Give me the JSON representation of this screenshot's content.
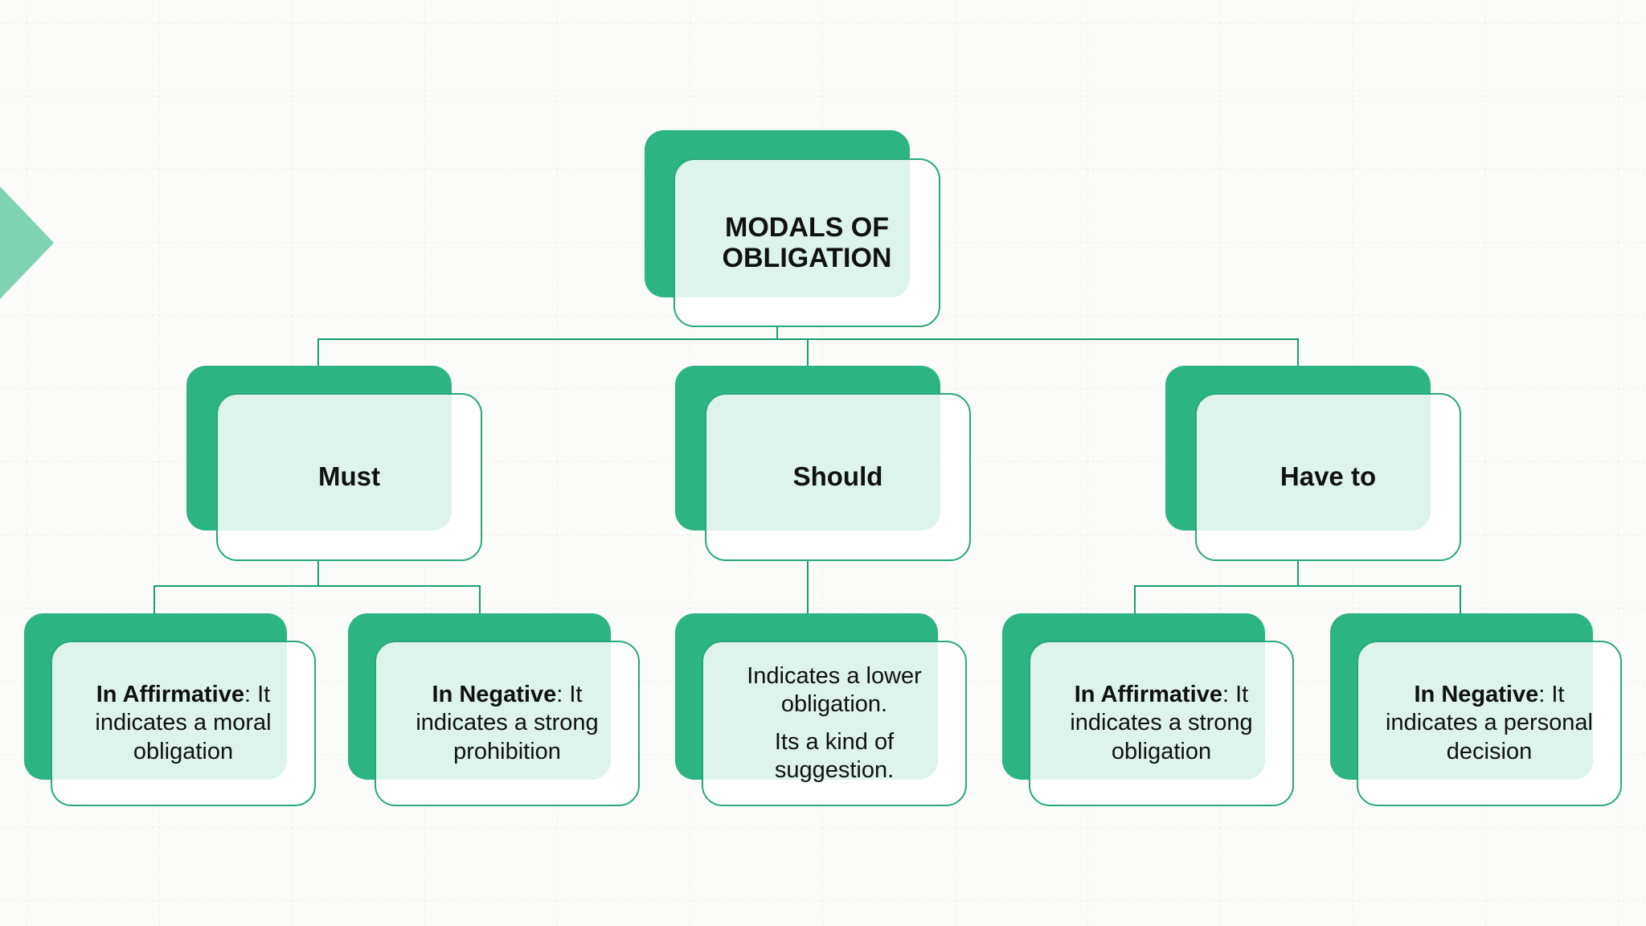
{
  "diagram": {
    "root": {
      "label": "MODALS OF OBLIGATION"
    },
    "branches": [
      {
        "label": "Must",
        "children": [
          {
            "lead": "In Affirmative",
            "rest": ": It indicates a moral obligation"
          },
          {
            "lead": "In Negative",
            "rest": ": It indicates a strong prohibition"
          }
        ]
      },
      {
        "label": "Should",
        "children": [
          {
            "lines": [
              "Indicates a lower obligation.",
              "Its a kind of suggestion."
            ]
          }
        ]
      },
      {
        "label": "Have to",
        "children": [
          {
            "lead": "In Affirmative",
            "rest": ": It indicates a strong obligation"
          },
          {
            "lead": "In Negative",
            "rest": ": It indicates a personal decision"
          }
        ]
      }
    ],
    "colors": {
      "node_green": "#2cb482",
      "card_fill": "#ddf0e8",
      "card_border": "#29a878",
      "connector_green": "#1a9e6f",
      "accent_triangle": "#7fd2b2",
      "background": "#fbfbfa",
      "text": "#111111"
    }
  }
}
